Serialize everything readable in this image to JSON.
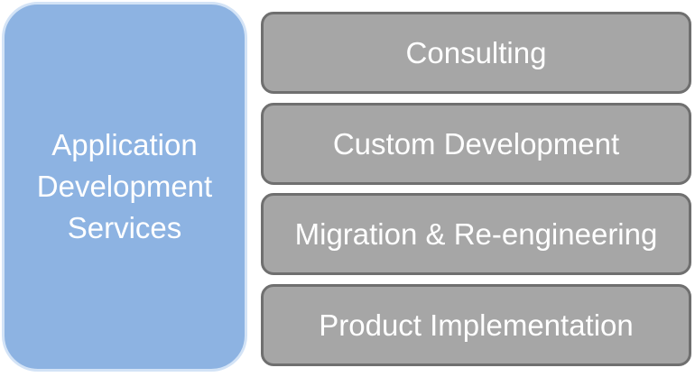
{
  "main": {
    "label": "Application Development Services"
  },
  "services": [
    {
      "label": "Consulting"
    },
    {
      "label": "Custom Development"
    },
    {
      "label": "Migration & Re-engineering"
    },
    {
      "label": "Product Implementation"
    }
  ],
  "colors": {
    "main_fill": "#8db3e2",
    "main_border": "#d3e3f6",
    "item_fill": "#a6a6a6",
    "item_border": "#6f6f6f",
    "text": "#ffffff"
  }
}
